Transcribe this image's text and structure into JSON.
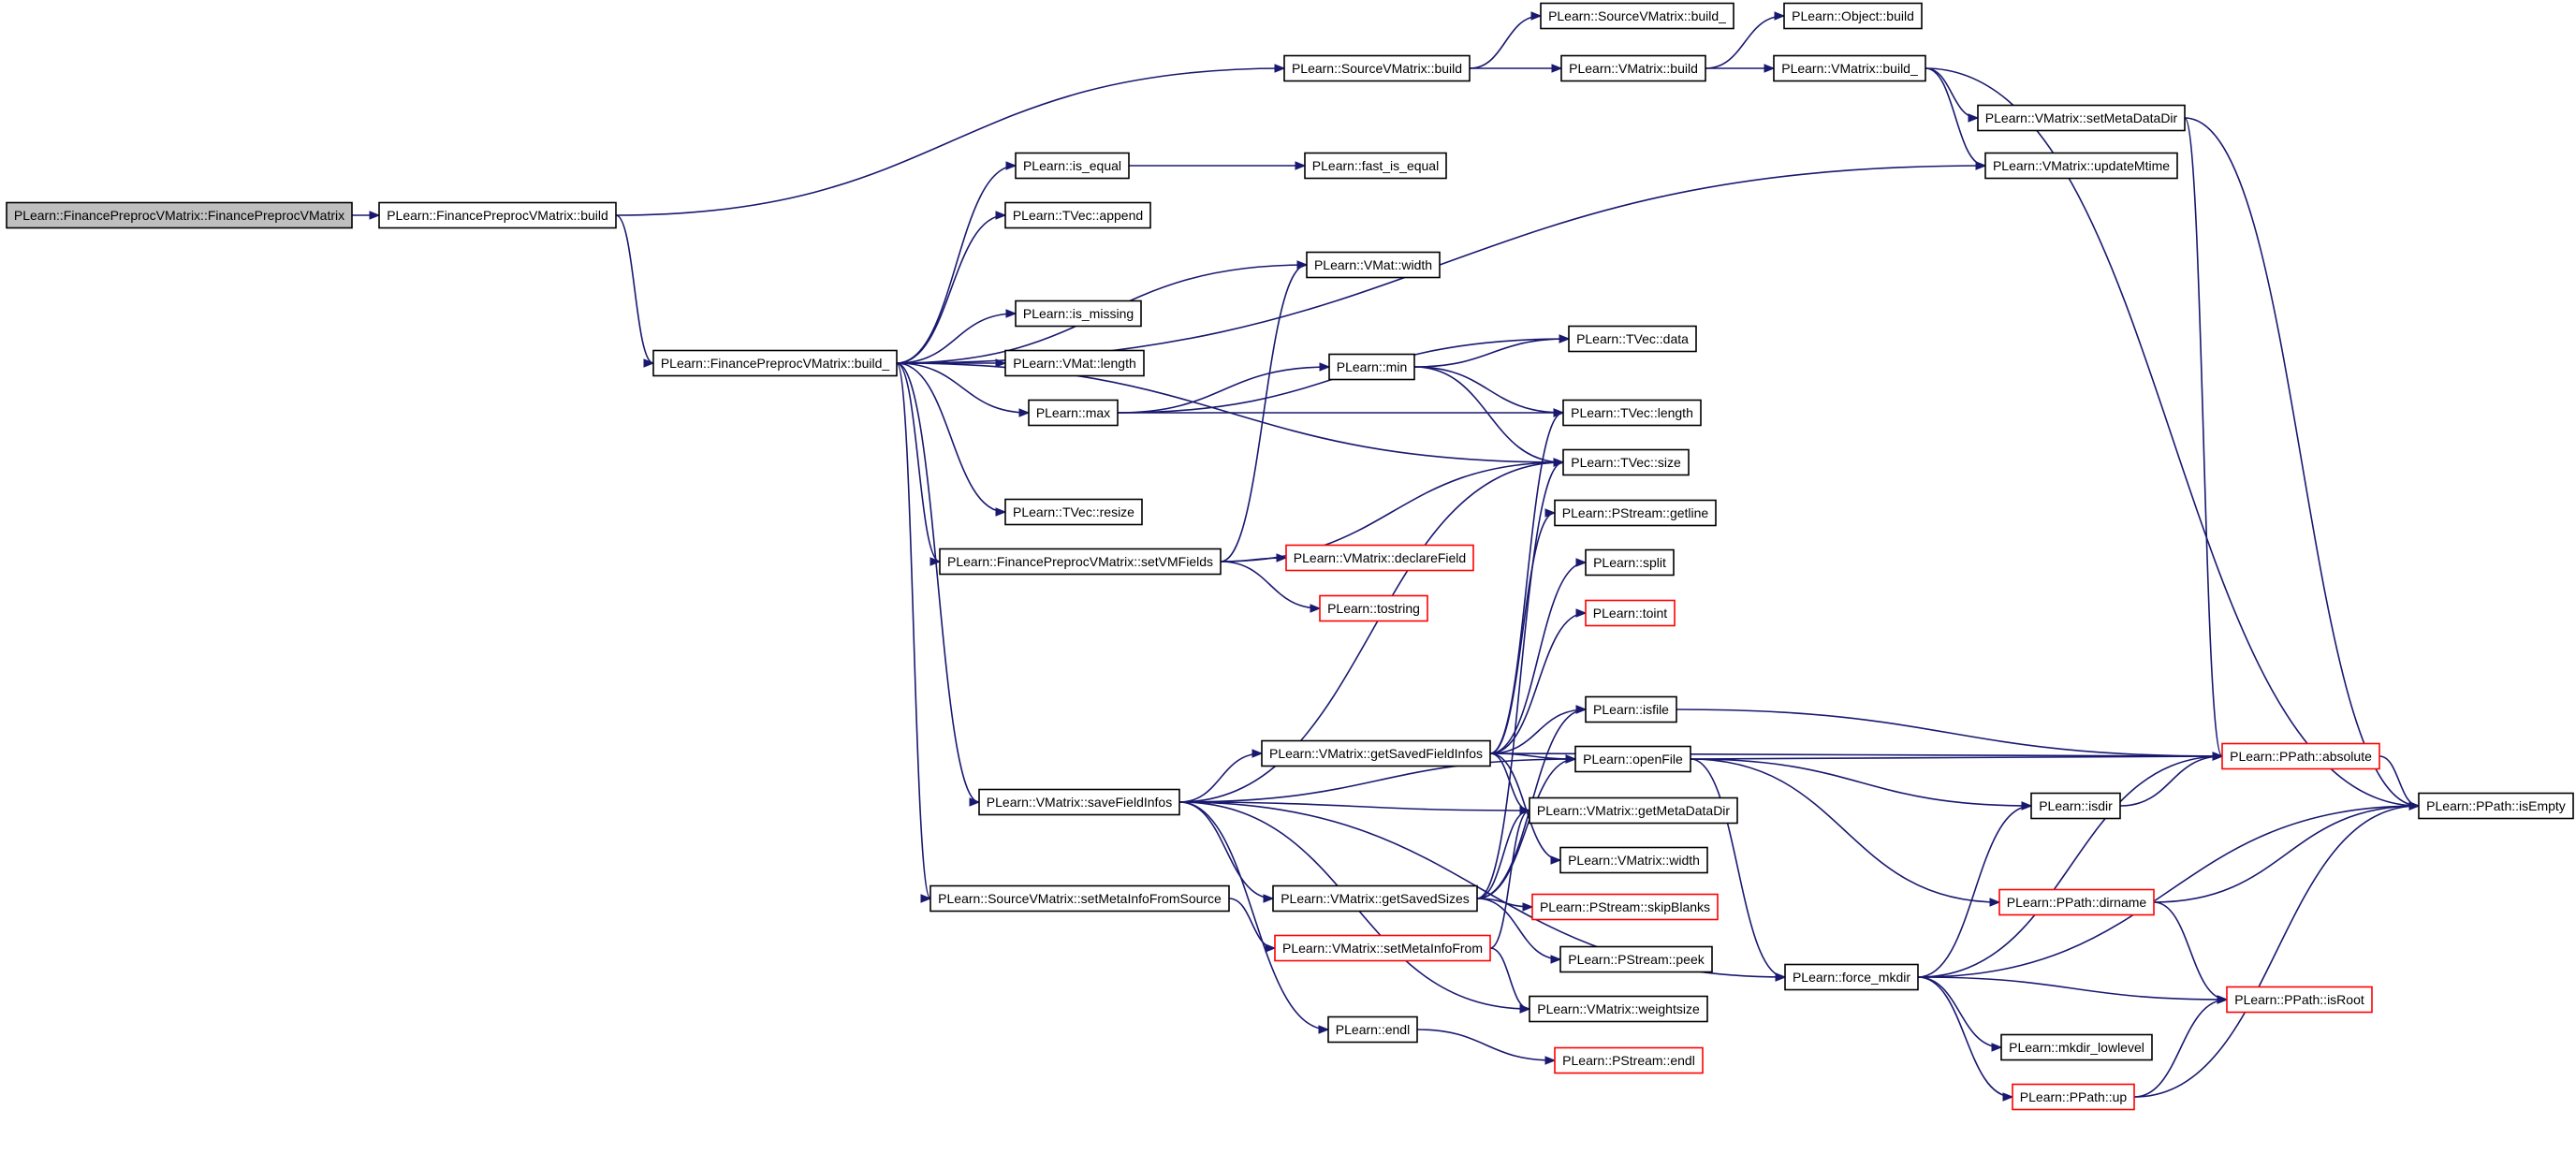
{
  "colors": {
    "edge": "#191970",
    "node_border": "#000000",
    "link_border": "#ff0000",
    "root_fill": "#bfbfbf"
  },
  "nodes": [
    {
      "id": "n0",
      "label": "PLearn::FinancePreprocVMatrix::FinancePreprocVMatrix",
      "style": "root"
    },
    {
      "id": "n1",
      "label": "PLearn::FinancePreprocVMatrix::build",
      "style": "normal"
    },
    {
      "id": "n2",
      "label": "PLearn::SourceVMatrix::build",
      "style": "normal"
    },
    {
      "id": "n3",
      "label": "PLearn::SourceVMatrix::build_",
      "style": "normal"
    },
    {
      "id": "n4",
      "label": "PLearn::VMatrix::build",
      "style": "normal"
    },
    {
      "id": "n5",
      "label": "PLearn::Object::build",
      "style": "normal"
    },
    {
      "id": "n6",
      "label": "PLearn::VMatrix::build_",
      "style": "normal"
    },
    {
      "id": "n7",
      "label": "PLearn::VMatrix::setMetaDataDir",
      "style": "normal"
    },
    {
      "id": "n8",
      "label": "PLearn::VMatrix::updateMtime",
      "style": "normal"
    },
    {
      "id": "n9",
      "label": "PLearn::PPath::isEmpty",
      "style": "normal"
    },
    {
      "id": "n10",
      "label": "PLearn::PPath::absolute",
      "style": "red"
    },
    {
      "id": "n11",
      "label": "PLearn::FinancePreprocVMatrix::build_",
      "style": "normal"
    },
    {
      "id": "n12",
      "label": "PLearn::is_equal",
      "style": "normal"
    },
    {
      "id": "n13",
      "label": "PLearn::fast_is_equal",
      "style": "normal"
    },
    {
      "id": "n14",
      "label": "PLearn::TVec::append",
      "style": "normal"
    },
    {
      "id": "n15",
      "label": "PLearn::VMat::width",
      "style": "normal"
    },
    {
      "id": "n16",
      "label": "PLearn::is_missing",
      "style": "normal"
    },
    {
      "id": "n17",
      "label": "PLearn::VMat::length",
      "style": "normal"
    },
    {
      "id": "n18",
      "label": "PLearn::max",
      "style": "normal"
    },
    {
      "id": "n19",
      "label": "PLearn::min",
      "style": "normal"
    },
    {
      "id": "n20",
      "label": "PLearn::TVec::data",
      "style": "normal"
    },
    {
      "id": "n21",
      "label": "PLearn::TVec::length",
      "style": "normal"
    },
    {
      "id": "n22",
      "label": "PLearn::TVec::size",
      "style": "normal"
    },
    {
      "id": "n23",
      "label": "PLearn::TVec::resize",
      "style": "normal"
    },
    {
      "id": "n24",
      "label": "PLearn::FinancePreprocVMatrix::setVMFields",
      "style": "normal"
    },
    {
      "id": "n25",
      "label": "PLearn::VMatrix::declareField",
      "style": "red"
    },
    {
      "id": "n26",
      "label": "PLearn::tostring",
      "style": "red"
    },
    {
      "id": "n27",
      "label": "PLearn::PStream::getline",
      "style": "normal"
    },
    {
      "id": "n28",
      "label": "PLearn::split",
      "style": "normal"
    },
    {
      "id": "n29",
      "label": "PLearn::toint",
      "style": "red"
    },
    {
      "id": "n30",
      "label": "PLearn::isfile",
      "style": "normal"
    },
    {
      "id": "n31",
      "label": "PLearn::VMatrix::getSavedFieldInfos",
      "style": "normal"
    },
    {
      "id": "n32",
      "label": "PLearn::openFile",
      "style": "normal"
    },
    {
      "id": "n33",
      "label": "PLearn::VMatrix::saveFieldInfos",
      "style": "normal"
    },
    {
      "id": "n34",
      "label": "PLearn::VMatrix::getMetaDataDir",
      "style": "normal"
    },
    {
      "id": "n35",
      "label": "PLearn::isdir",
      "style": "normal"
    },
    {
      "id": "n36",
      "label": "PLearn::VMatrix::width",
      "style": "normal"
    },
    {
      "id": "n37",
      "label": "PLearn::VMatrix::getSavedSizes",
      "style": "normal"
    },
    {
      "id": "n38",
      "label": "PLearn::PStream::skipBlanks",
      "style": "red"
    },
    {
      "id": "n39",
      "label": "PLearn::PPath::dirname",
      "style": "red"
    },
    {
      "id": "n40",
      "label": "PLearn::SourceVMatrix::setMetaInfoFromSource",
      "style": "normal"
    },
    {
      "id": "n41",
      "label": "PLearn::VMatrix::setMetaInfoFrom",
      "style": "red"
    },
    {
      "id": "n42",
      "label": "PLearn::PStream::peek",
      "style": "normal"
    },
    {
      "id": "n43",
      "label": "PLearn::force_mkdir",
      "style": "normal"
    },
    {
      "id": "n44",
      "label": "PLearn::PPath::isRoot",
      "style": "red"
    },
    {
      "id": "n45",
      "label": "PLearn::VMatrix::weightsize",
      "style": "normal"
    },
    {
      "id": "n46",
      "label": "PLearn::endl",
      "style": "normal"
    },
    {
      "id": "n47",
      "label": "PLearn::mkdir_lowlevel",
      "style": "normal"
    },
    {
      "id": "n48",
      "label": "PLearn::PStream::endl",
      "style": "red"
    },
    {
      "id": "n49",
      "label": "PLearn::PPath::up",
      "style": "red"
    }
  ],
  "edges": [
    [
      "n0",
      "n1"
    ],
    [
      "n1",
      "n2"
    ],
    [
      "n1",
      "n11"
    ],
    [
      "n2",
      "n3"
    ],
    [
      "n2",
      "n4"
    ],
    [
      "n4",
      "n5"
    ],
    [
      "n4",
      "n6"
    ],
    [
      "n6",
      "n7"
    ],
    [
      "n6",
      "n8"
    ],
    [
      "n6",
      "n9"
    ],
    [
      "n7",
      "n9"
    ],
    [
      "n7",
      "n10"
    ],
    [
      "n11",
      "n8"
    ],
    [
      "n11",
      "n12"
    ],
    [
      "n11",
      "n14"
    ],
    [
      "n11",
      "n15"
    ],
    [
      "n11",
      "n16"
    ],
    [
      "n11",
      "n17"
    ],
    [
      "n11",
      "n18"
    ],
    [
      "n11",
      "n22"
    ],
    [
      "n11",
      "n23"
    ],
    [
      "n11",
      "n24"
    ],
    [
      "n11",
      "n33"
    ],
    [
      "n11",
      "n40"
    ],
    [
      "n12",
      "n13"
    ],
    [
      "n18",
      "n19"
    ],
    [
      "n18",
      "n20"
    ],
    [
      "n18",
      "n21"
    ],
    [
      "n19",
      "n20"
    ],
    [
      "n19",
      "n21"
    ],
    [
      "n19",
      "n22"
    ],
    [
      "n24",
      "n15"
    ],
    [
      "n24",
      "n22"
    ],
    [
      "n24",
      "n25"
    ],
    [
      "n24",
      "n26"
    ],
    [
      "n31",
      "n21"
    ],
    [
      "n31",
      "n27"
    ],
    [
      "n31",
      "n28"
    ],
    [
      "n31",
      "n29"
    ],
    [
      "n31",
      "n30"
    ],
    [
      "n31",
      "n10"
    ],
    [
      "n31",
      "n32"
    ],
    [
      "n31",
      "n34"
    ],
    [
      "n31",
      "n36"
    ],
    [
      "n33",
      "n31"
    ],
    [
      "n33",
      "n32"
    ],
    [
      "n33",
      "n34"
    ],
    [
      "n33",
      "n37"
    ],
    [
      "n33",
      "n46"
    ],
    [
      "n33",
      "n43"
    ],
    [
      "n33",
      "n22"
    ],
    [
      "n33",
      "n45"
    ],
    [
      "n37",
      "n30"
    ],
    [
      "n37",
      "n32"
    ],
    [
      "n37",
      "n34"
    ],
    [
      "n37",
      "n38"
    ],
    [
      "n37",
      "n42"
    ],
    [
      "n37",
      "n22"
    ],
    [
      "n40",
      "n41"
    ],
    [
      "n41",
      "n34"
    ],
    [
      "n41",
      "n45"
    ],
    [
      "n30",
      "n10"
    ],
    [
      "n32",
      "n10"
    ],
    [
      "n32",
      "n35"
    ],
    [
      "n32",
      "n43"
    ],
    [
      "n32",
      "n39"
    ],
    [
      "n35",
      "n10"
    ],
    [
      "n10",
      "n9"
    ],
    [
      "n39",
      "n9"
    ],
    [
      "n39",
      "n44"
    ],
    [
      "n43",
      "n35"
    ],
    [
      "n43",
      "n10"
    ],
    [
      "n43",
      "n9"
    ],
    [
      "n43",
      "n44"
    ],
    [
      "n43",
      "n47"
    ],
    [
      "n43",
      "n49"
    ],
    [
      "n49",
      "n9"
    ],
    [
      "n49",
      "n44"
    ],
    [
      "n46",
      "n48"
    ]
  ]
}
